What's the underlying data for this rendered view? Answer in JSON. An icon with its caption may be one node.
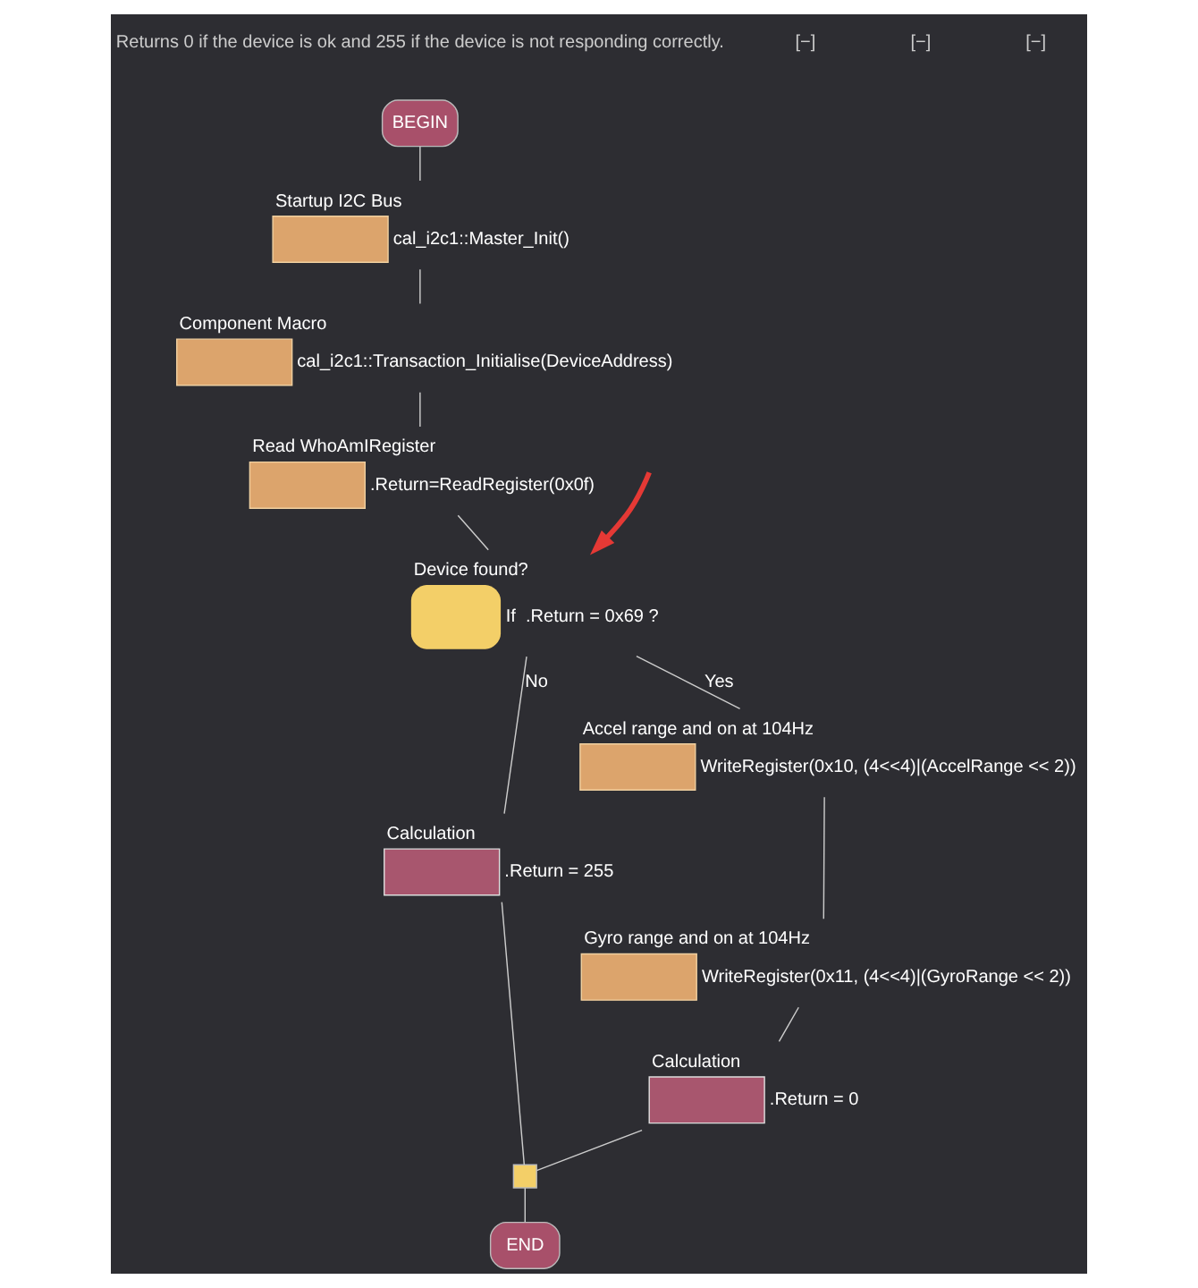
{
  "diagram": {
    "nodes": [
      {
        "text": [
          "BEGIN"
        ]
      },
      {
        "text": [
          "Startup I2C Bus",
          "cal_i2c1::Master_Init()"
        ]
      },
      {
        "text": [
          "Component Macro",
          "cal_i2c1::Transaction_Initialise(DeviceAddress)"
        ]
      },
      {
        "text": [
          "Read WhoAmIRegister",
          ".Return=ReadRegister(0x0f)"
        ]
      },
      {
        "text": [
          "Device found?",
          "If  .Return = 0x69 ?"
        ]
      },
      {
        "text": [
          "Calculation",
          ".Return = 255"
        ]
      },
      {
        "text": [
          "Accel range and on at 104Hz",
          "WriteRegister(0x10, (4<<4)|(AccelRange << 2))"
        ]
      },
      {
        "text": [
          "Gyro range and on at 104Hz",
          "WriteRegister(0x11, (4<<4)|(GyroRange << 2))"
        ]
      },
      {
        "text": [
          "Calculation",
          ".Return = 0"
        ]
      },
      {
        "text": [],
        "shape": "box"
      },
      {
        "text": [
          "END"
        ]
      }
    ],
    "edges": [
      {
        "from": 0,
        "to": 1,
        "arrow": "none"
      },
      {
        "from": 1,
        "to": 2,
        "arrow": "none"
      },
      {
        "from": 2,
        "to": 3,
        "arrow": "none"
      },
      {
        "from": 3,
        "to": 4,
        "arrow": "none"
      },
      {
        "from": 4,
        "to": 5,
        "arrow": "none",
        "label": "No"
      },
      {
        "from": 4,
        "to": 6,
        "arrow": "none",
        "label": "Yes"
      },
      {
        "from": 6,
        "to": 7,
        "arrow": "none"
      },
      {
        "from": 7,
        "to": 8,
        "arrow": "none"
      },
      {
        "from": 5,
        "to": 9,
        "arrow": "none"
      },
      {
        "from": 8,
        "to": 9,
        "arrow": "none"
      },
      {
        "from": 9,
        "to": 10,
        "arrow": "none"
      },
      {
        "from": null,
        "to": 4,
        "arrow": "to",
        "style": "thick",
        "color": "#e53935"
      }
    ],
    "labels": [
      "Returns 0 if the device is ok and 255 if the device is not responding correctly.",
      "[−]",
      "[−]",
      "[−]"
    ]
  }
}
